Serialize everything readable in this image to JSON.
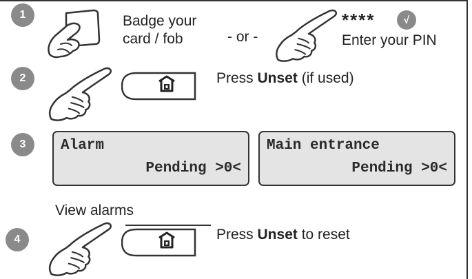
{
  "steps": [
    {
      "number": "1",
      "badge_text": "Badge your",
      "badge_text2": "card / fob",
      "or_text": "- or -",
      "pin_stars": "****",
      "pin_text": "Enter your PIN",
      "check_symbol": "√"
    },
    {
      "number": "2",
      "press_prefix": "Press ",
      "press_key": "Unset",
      "press_suffix": " (if used)"
    },
    {
      "number": "3",
      "lcd1_line1": "Alarm",
      "lcd1_line2": "Pending >0<",
      "lcd2_line1": "Main entrance",
      "lcd2_line2": "Pending >0<"
    },
    {
      "number": "4",
      "view_text": "View alarms",
      "press_prefix": "Press ",
      "press_key": "Unset",
      "press_suffix": " to reset"
    }
  ],
  "icons": {
    "hand": "pointing-hand-icon",
    "card_hand": "hand-holding-card-icon",
    "unset_key": "house-unlock-key-icon",
    "pin_confirm": "check-confirm-icon"
  },
  "colors": {
    "badge_gray": "#8a8a8a",
    "lcd_background": "#e4e4e4",
    "outline": "#333333"
  }
}
